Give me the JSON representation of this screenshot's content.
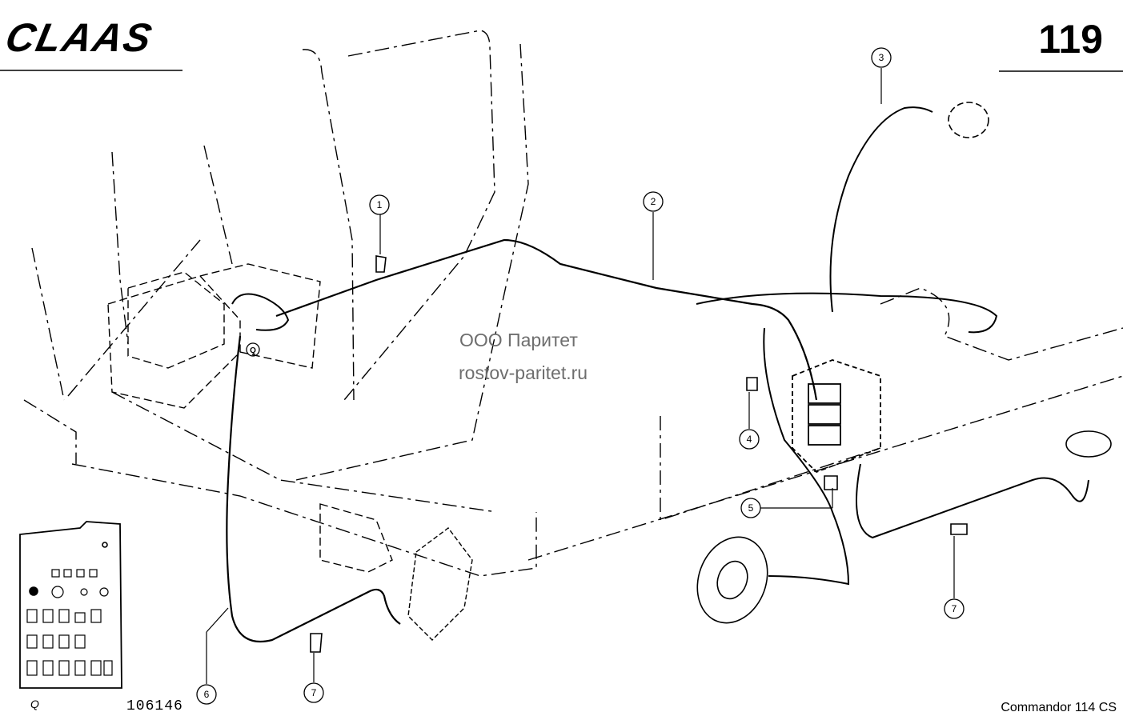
{
  "header": {
    "brand": "CLAAS",
    "page_number": "119"
  },
  "watermark": {
    "line1": "ООО Паритет",
    "line2": "rostov-paritet.ru"
  },
  "callouts": [
    "1",
    "2",
    "3",
    "4",
    "5",
    "6",
    "7",
    "7"
  ],
  "detail_label": "Q",
  "inset_label": "Q",
  "footer": {
    "drawing_number": "106146",
    "model": "Commandor 114 CS"
  },
  "colors": {
    "ink": "#000000",
    "paper": "#ffffff",
    "watermark": "#6e6e6e"
  }
}
